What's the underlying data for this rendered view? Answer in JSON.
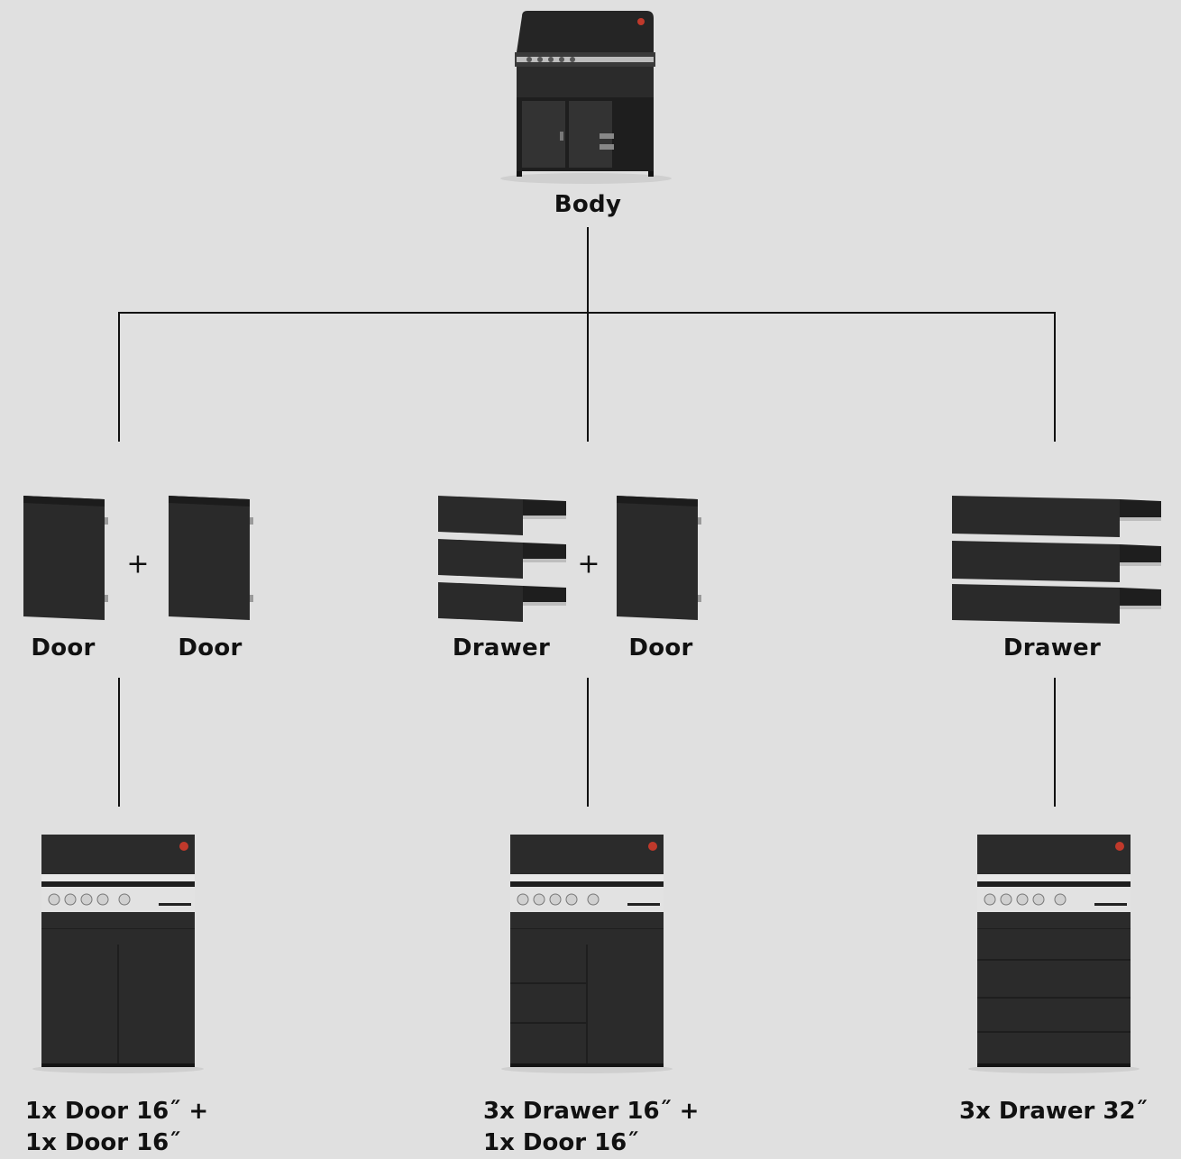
{
  "root": {
    "label": "Body",
    "icon": "grill-body-icon"
  },
  "options": [
    {
      "parts": [
        {
          "label": "Door",
          "icon": "door-icon"
        },
        {
          "label": "Door",
          "icon": "door-icon"
        }
      ],
      "result": {
        "line1": "1x Door 16˝ +",
        "line2": "1x Door 16˝",
        "icon": "grill-cabinet-icon"
      }
    },
    {
      "parts": [
        {
          "label": "Drawer",
          "icon": "drawer-stack-icon"
        },
        {
          "label": "Door",
          "icon": "door-icon"
        }
      ],
      "result": {
        "line1": "3x Drawer 16˝ +",
        "line2": "1x Door 16˝",
        "icon": "grill-cabinet-icon"
      }
    },
    {
      "parts": [
        {
          "label": "Drawer",
          "icon": "wide-drawer-stack-icon"
        }
      ],
      "result": {
        "line1": "3x Drawer 32˝",
        "line2": "",
        "icon": "grill-cabinet-icon"
      }
    }
  ],
  "plus_symbol": "+",
  "colors": {
    "background": "#e0e0e0",
    "product": "#2b2b2b",
    "line": "#111111"
  }
}
